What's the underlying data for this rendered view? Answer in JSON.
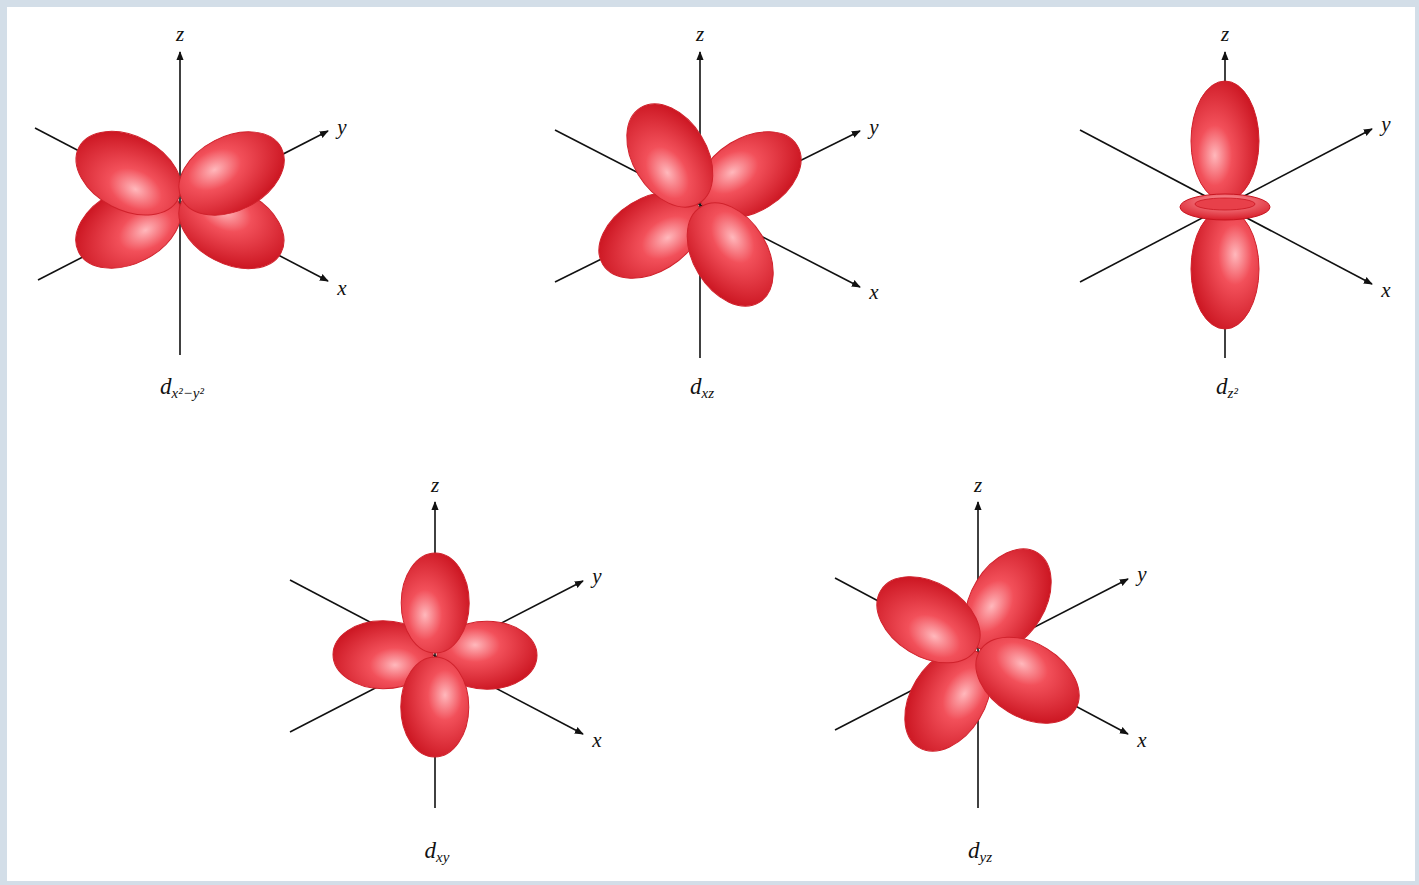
{
  "diagram": {
    "labels": [
      "z",
      "y",
      "x",
      "dx²−y²",
      "z",
      "y",
      "x",
      "dxz",
      "z",
      "y",
      "x",
      "dz²",
      "z",
      "y",
      "x",
      "dxy",
      "z",
      "y",
      "x",
      "dyz"
    ]
  }
}
